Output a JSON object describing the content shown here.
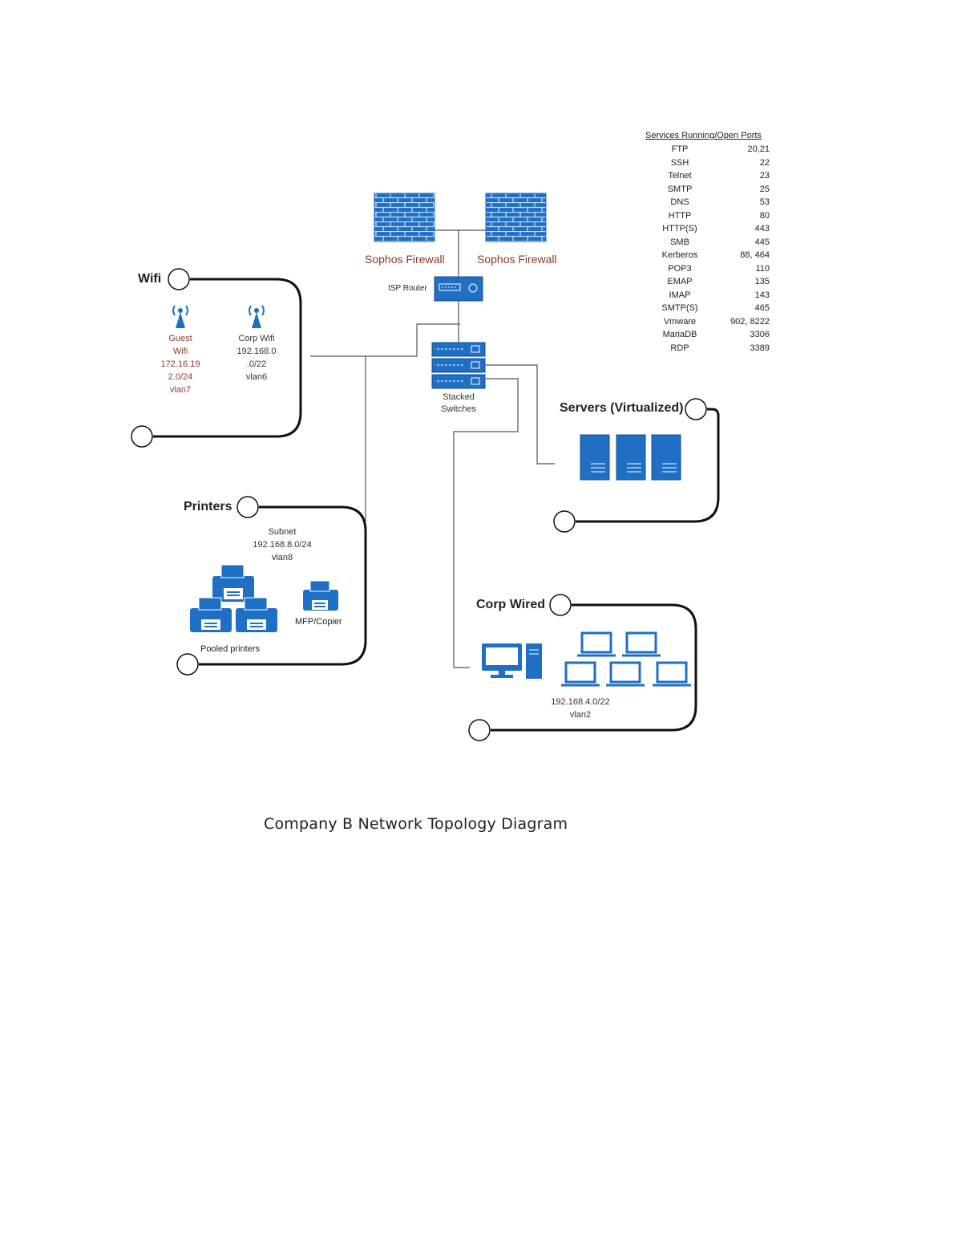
{
  "firewalls": [
    {
      "label": "Sophos Firewall"
    },
    {
      "label": "Sophos Firewall"
    }
  ],
  "isp_router": {
    "label": "ISP Router"
  },
  "switches": {
    "label_line1": "Stacked",
    "label_line2": "Switches"
  },
  "services": {
    "title": "Services Running/Open Ports",
    "rows": [
      {
        "name": "FTP",
        "port": "20,21"
      },
      {
        "name": "SSH",
        "port": "22"
      },
      {
        "name": "Telnet",
        "port": "23"
      },
      {
        "name": "SMTP",
        "port": "25"
      },
      {
        "name": "DNS",
        "port": "53"
      },
      {
        "name": "HTTP",
        "port": "80"
      },
      {
        "name": "HTTP(S)",
        "port": "443"
      },
      {
        "name": "SMB",
        "port": "445"
      },
      {
        "name": "Kerberos",
        "port": "88, 464"
      },
      {
        "name": "POP3",
        "port": "110"
      },
      {
        "name": "EMAP",
        "port": "135"
      },
      {
        "name": "IMAP",
        "port": "143"
      },
      {
        "name": "SMTP(S)",
        "port": "465"
      },
      {
        "name": "Vmware",
        "port": "902, 8222"
      },
      {
        "name": "MariaDB",
        "port": "3306"
      },
      {
        "name": "RDP",
        "port": "3389"
      }
    ]
  },
  "wifi": {
    "title": "Wifi",
    "guest": [
      "Guest",
      "Wifi",
      "172.16.19",
      "2.0/24",
      "vlan7"
    ],
    "corp": [
      "Corp Wifi",
      "192.168.0",
      ".0/22",
      "vlan6"
    ]
  },
  "servers": {
    "title": "Servers (Virtualized)"
  },
  "printers": {
    "title": "Printers",
    "subnet": [
      "Subnet",
      "192.168.8.0/24",
      "vlan8"
    ],
    "mfp": "MFP/Copier",
    "pooled": "Pooled printers"
  },
  "corp_wired": {
    "title": "Corp Wired",
    "subnet": [
      "192.168.4.0/22",
      "vlan2"
    ]
  },
  "caption": "Company B Network Topology Diagram",
  "colors": {
    "device": "#1f6fc4",
    "device_dark": "#144f8f",
    "line": "#555555",
    "bracket": "#111111"
  }
}
